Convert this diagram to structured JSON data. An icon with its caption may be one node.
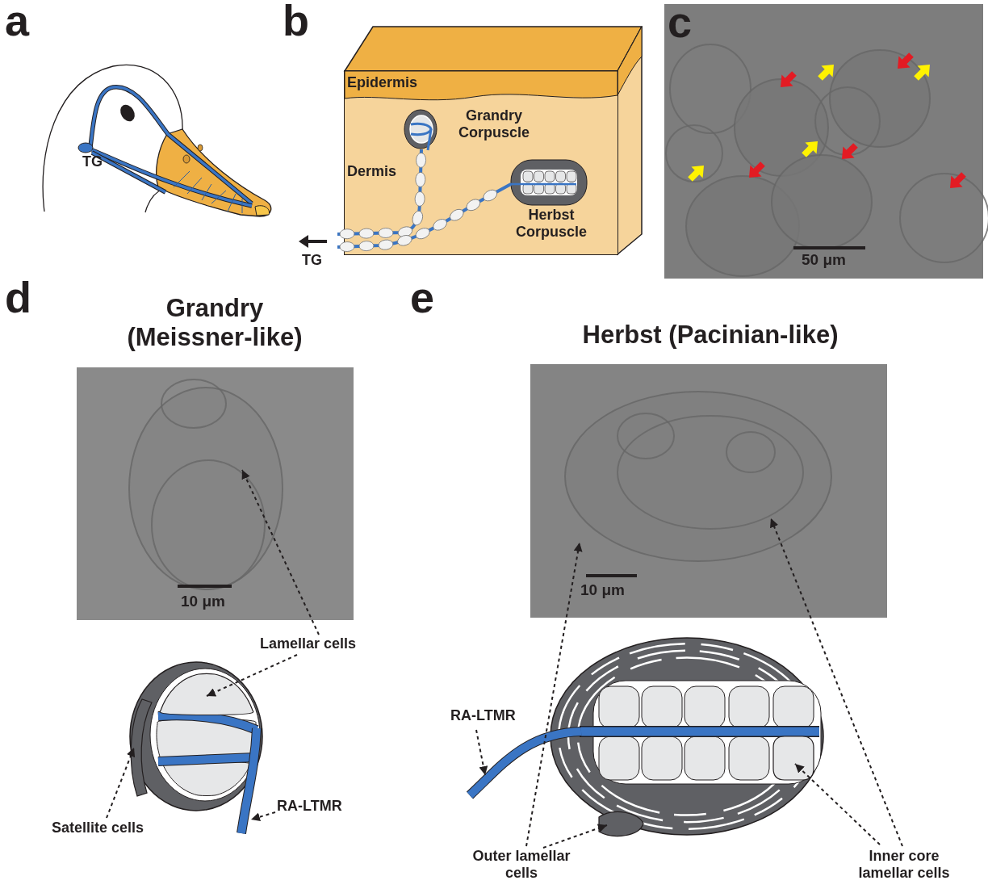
{
  "diagram": {
    "nodes": [
      {
        "text": [
          "Epidermis",
          "Grandry Corpuscle",
          "Dermis",
          "Herbst Corpuscle"
        ]
      },
      {
        "text": [],
        "shape": "picture"
      },
      {
        "text": [
          "Lamellar cells"
        ]
      },
      {
        "text": [],
        "shape": "cell"
      },
      {
        "text": [],
        "shape": "cell"
      },
      {
        "text": [],
        "shape": "fiber"
      },
      {
        "text": [
          "Satellite cells"
        ]
      },
      {
        "text": [
          "RA-LTMR"
        ]
      },
      {
        "text": [],
        "shape": "picture"
      },
      {
        "text": [
          "RA-LTMR"
        ]
      },
      {
        "text": [],
        "shape": "fiber"
      },
      {
        "text": [
          "Outer lamellar cells"
        ]
      },
      {
        "text": [],
        "shape": "cell"
      },
      {
        "text": [
          "Inner core lamellar cells"
        ]
      },
      {
        "text": [],
        "shape": "cell"
      }
    ],
    "edges": [
      {
        "from": 2,
        "to": 1,
        "arrow": "to",
        "style": "dashed"
      },
      {
        "from": 2,
        "to": 3,
        "arrow": "to",
        "style": "dashed"
      },
      {
        "from": 6,
        "to": 4,
        "arrow": "to",
        "style": "dashed"
      },
      {
        "from": 7,
        "to": 5,
        "arrow": "to",
        "style": "dashed"
      },
      {
        "from": 9,
        "to": 10,
        "arrow": "to",
        "style": "dashed"
      },
      {
        "from": 11,
        "to": 8,
        "arrow": "to",
        "style": "dashed"
      },
      {
        "from": 11,
        "to": 12,
        "arrow": "to",
        "style": "dashed"
      },
      {
        "from": 13,
        "to": 8,
        "arrow": "to",
        "style": "dashed"
      },
      {
        "from": 13,
        "to": 14,
        "arrow": "to",
        "style": "dashed"
      }
    ],
    "labels": [
      "a",
      "TG",
      "b",
      "TG",
      "c",
      "50 μm",
      "d",
      "Grandry (Meissner-like)",
      "10 μm",
      "e",
      "Herbst (Pacinian-like)",
      "10 μm"
    ]
  }
}
